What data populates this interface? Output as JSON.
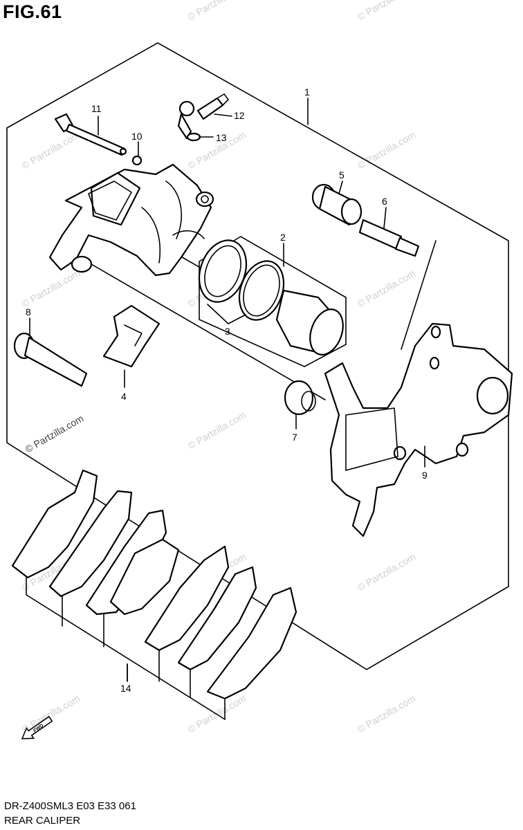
{
  "figure": {
    "title": "FIG.61",
    "callouts": [
      {
        "id": "1",
        "text": "1"
      },
      {
        "id": "2",
        "text": "2"
      },
      {
        "id": "3",
        "text": "3"
      },
      {
        "id": "4",
        "text": "4"
      },
      {
        "id": "5",
        "text": "5"
      },
      {
        "id": "6",
        "text": "6"
      },
      {
        "id": "7",
        "text": "7"
      },
      {
        "id": "8",
        "text": "8"
      },
      {
        "id": "9",
        "text": "9"
      },
      {
        "id": "10",
        "text": "10"
      },
      {
        "id": "11",
        "text": "11"
      },
      {
        "id": "12",
        "text": "12"
      },
      {
        "id": "13",
        "text": "13"
      },
      {
        "id": "14",
        "text": "14"
      }
    ],
    "fwd_label": "FWD",
    "watermark": "© Partzilla.com"
  },
  "footer": {
    "model_code": "DR-Z400SML3  E03  E33  061",
    "section_name": "REAR CALIPER"
  }
}
